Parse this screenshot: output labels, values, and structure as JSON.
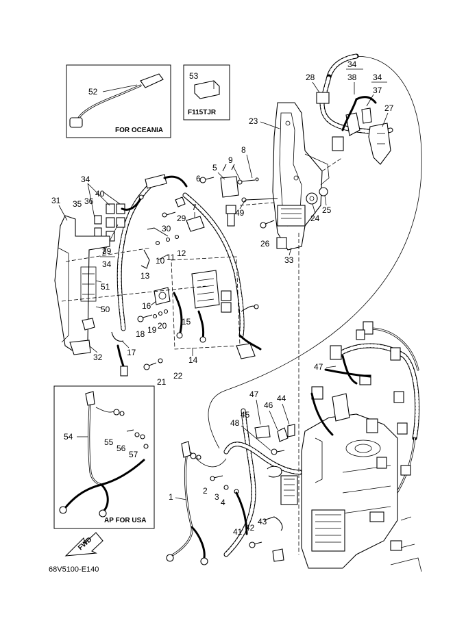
{
  "insets": {
    "oceania": {
      "part": "52",
      "caption": "FOR OCEANIA"
    },
    "f115tjr": {
      "part": "53",
      "caption": "F115TJR"
    },
    "ap_usa": {
      "parts": [
        "54",
        "55",
        "56",
        "57"
      ],
      "caption": "AP FOR USA"
    }
  },
  "fwd_label": "FWD",
  "drawing_code": "68V5100-E140",
  "callouts": {
    "n1": "1",
    "n2": "2",
    "n3": "3",
    "n4": "4",
    "n5": "5",
    "n6": "6",
    "n7": "7",
    "n8": "8",
    "n9": "9",
    "n10": "10",
    "n11": "11",
    "n12": "12",
    "n13": "13",
    "n14": "14",
    "n15": "15",
    "n16": "16",
    "n17": "17",
    "n18": "18",
    "n19": "19",
    "n20": "20",
    "n21": "21",
    "n22": "22",
    "n23": "23",
    "n24": "24",
    "n25": "25",
    "n26": "26",
    "n27": "27",
    "n28": "28",
    "n29": "29",
    "n30": "30",
    "n31": "31",
    "n32": "32",
    "n33": "33",
    "n34a": "34",
    "n34b": "34",
    "n34c": "34",
    "n34d": "34",
    "n35": "35",
    "n36": "36",
    "n37": "37",
    "n38": "38",
    "n39": "39",
    "n40": "40",
    "n41": "41",
    "n42": "42",
    "n43": "43",
    "n44": "44",
    "n45": "45",
    "n46": "46",
    "n47a": "47",
    "n47b": "47",
    "n48": "48",
    "n49": "49",
    "n50": "50",
    "n51": "51"
  }
}
